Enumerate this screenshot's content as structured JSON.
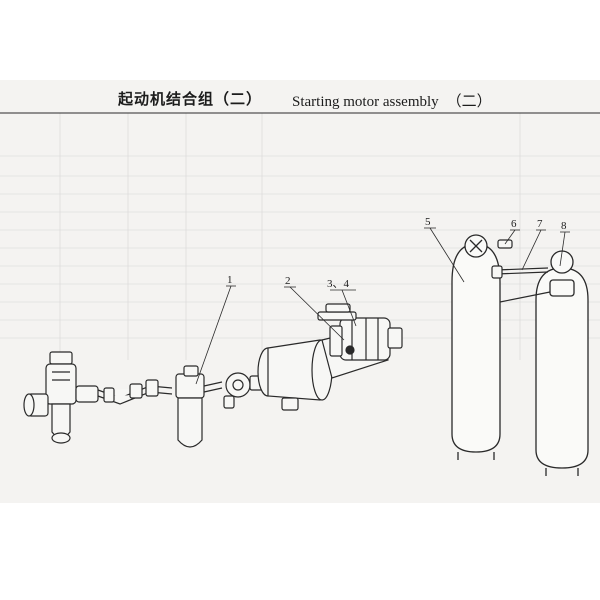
{
  "title": {
    "zh": "起动机结合组（二）",
    "en": "Starting motor assembly",
    "en_suffix": "（二）"
  },
  "callouts": [
    "1",
    "2",
    "3、4",
    "5",
    "6",
    "7",
    "8"
  ],
  "colors": {
    "paper": "#f4f3f1",
    "ink": "#2a2a2a",
    "ghost": "#c9c9c9"
  }
}
